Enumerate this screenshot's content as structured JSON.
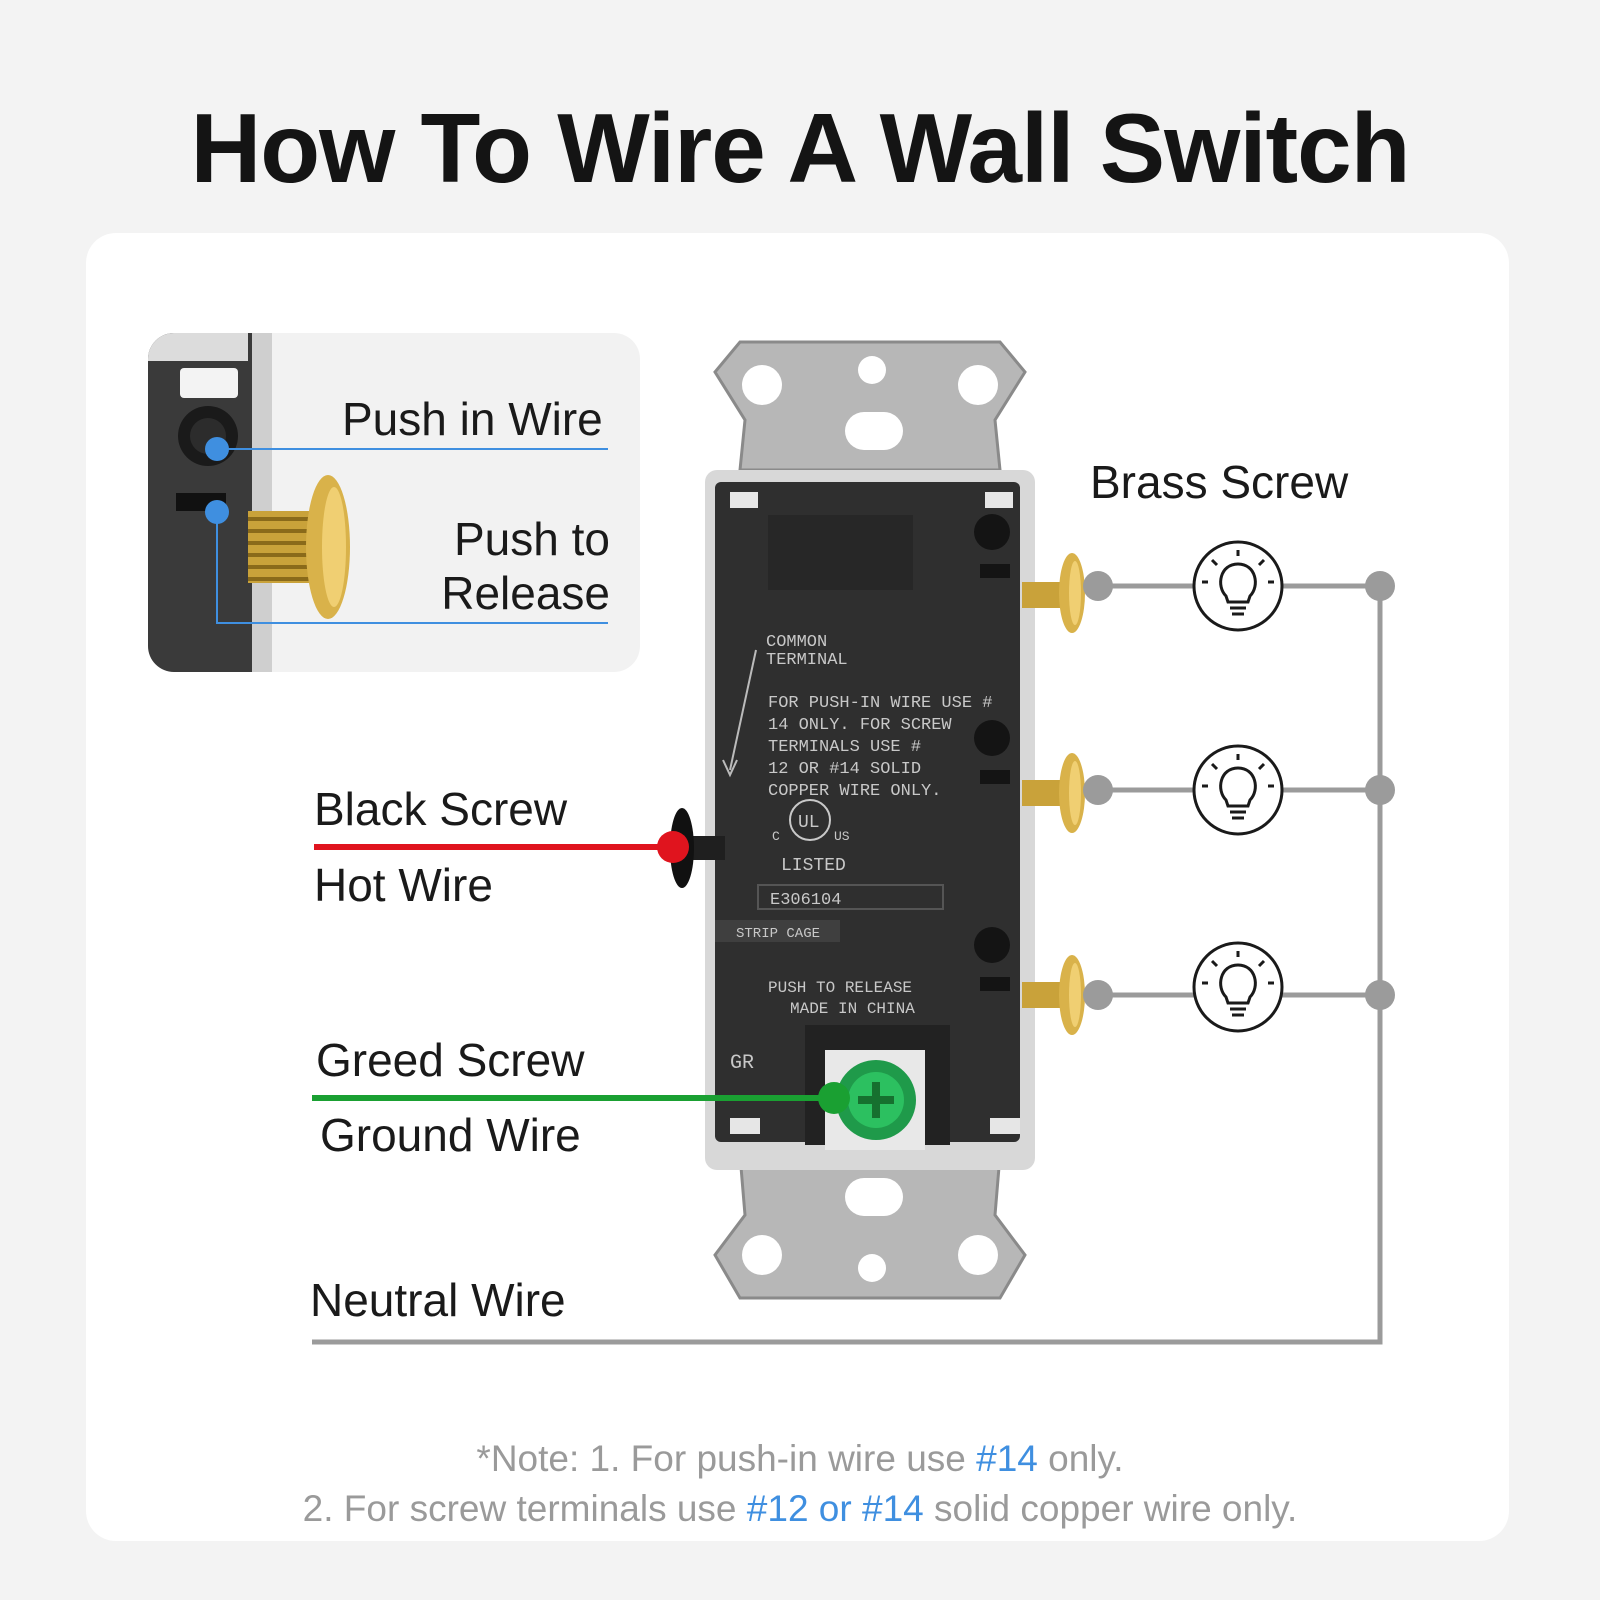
{
  "title": "How To Wire A Wall Switch",
  "inset": {
    "push_in_wire": "Push in Wire",
    "push_to_release_1": "Push to",
    "push_to_release_2": "Release"
  },
  "labels": {
    "brass_screw": "Brass Screw",
    "black_screw": "Black Screw",
    "hot_wire": "Hot Wire",
    "green_screw": "Greed Screw",
    "ground_wire": "Ground Wire",
    "neutral_wire": "Neutral Wire"
  },
  "switch_text": {
    "common_1": "COMMON",
    "common_2": "TERMINAL",
    "spec_1": "FOR PUSH-IN WIRE USE #",
    "spec_2": "14 ONLY. FOR SCREW",
    "spec_3": "TERMINALS USE #",
    "spec_4": "12 OR #14 SOLID",
    "spec_5": "COPPER WIRE ONLY.",
    "ul_c": "C",
    "ul_mark": "UL",
    "ul_us": "US",
    "listed": "LISTED",
    "file_no": "E306104",
    "strip_cage": "STRIP CAGE",
    "push_release": "PUSH TO RELEASE",
    "made_in": "MADE IN CHINA",
    "gr": "GR"
  },
  "note": {
    "line1_a": "*Note: 1. For push-in wire use ",
    "line1_b": "#14",
    "line1_c": " only.",
    "line2_a": "2. For screw terminals use ",
    "line2_b": "#12 or #14",
    "line2_c": " solid copper wire only."
  },
  "colors": {
    "hot_wire": "#e0141e",
    "ground_wire": "#1aa032",
    "neutral_wire": "#9b9b9b",
    "callout": "#3f8fe0",
    "brass": "#c9a23a",
    "green_screw": "#1f9a4a"
  },
  "icons": [
    "light-bulb-icon",
    "brass-screw-icon",
    "black-screw-icon",
    "green-screw-icon",
    "ul-listed-icon"
  ]
}
